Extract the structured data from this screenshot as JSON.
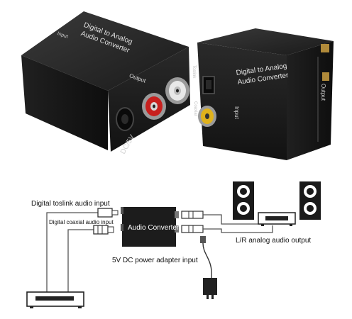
{
  "product_photo": {
    "left_box": {
      "top_label_line1": "Digital to Analog",
      "top_label_line2": "Audio Converter",
      "side_label": "Input",
      "output_label": "Output",
      "power_label": "DC/5V"
    },
    "right_box": {
      "label_line1": "Digital  to Analog",
      "label_line2": "Audio Converter",
      "optical_label": "Toslink",
      "coax_label": "Coaxial",
      "input_label": "Input",
      "output_label": "Output"
    }
  },
  "diagram": {
    "toslink_label": "Digital  toslink audio input",
    "coaxial_label": "Digital  coaxial audio input",
    "device_label": "Audio Converter",
    "power_label": "5V DC power adapter input",
    "output_label": "L/R analog audio output"
  },
  "colors": {
    "device_body": "#1c1c1c",
    "rca_red": "#c8201e",
    "rca_white": "#e8e8e8",
    "rca_yellow": "#e0b21c",
    "wire": "#555555"
  }
}
